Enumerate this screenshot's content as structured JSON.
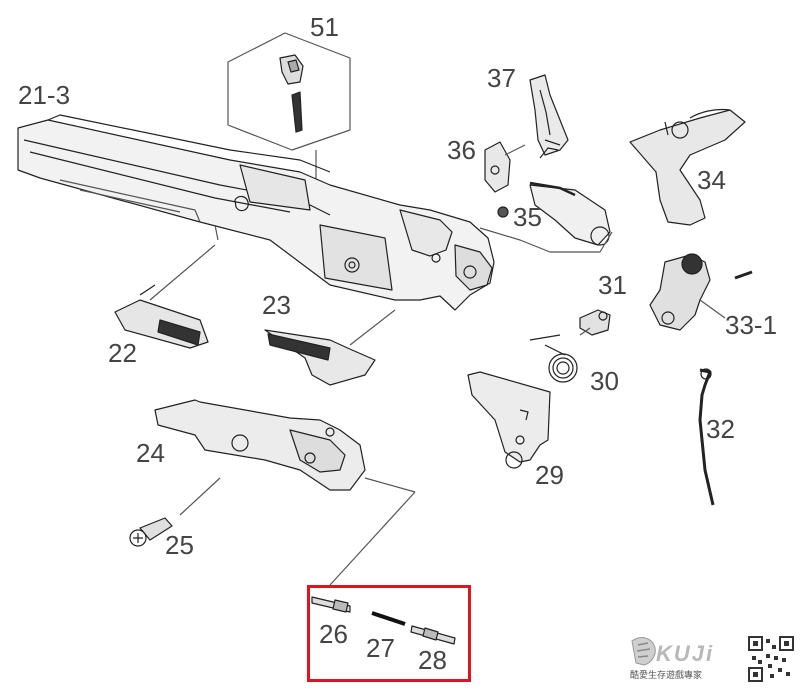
{
  "diagram": {
    "labels": {
      "p51": "51",
      "p21_3": "21-3",
      "p37": "37",
      "p36": "36",
      "p35": "35",
      "p34": "34",
      "p31": "31",
      "p33_1": "33-1",
      "p22": "22",
      "p23": "23",
      "p30": "30",
      "p32": "32",
      "p24": "24",
      "p29": "29",
      "p25": "25",
      "p26": "26",
      "p27": "27",
      "p28": "28"
    },
    "highlight_color": "#e0141e"
  },
  "brand": {
    "word": "KUJi",
    "tagline": "酷愛生存遊戲專家"
  }
}
